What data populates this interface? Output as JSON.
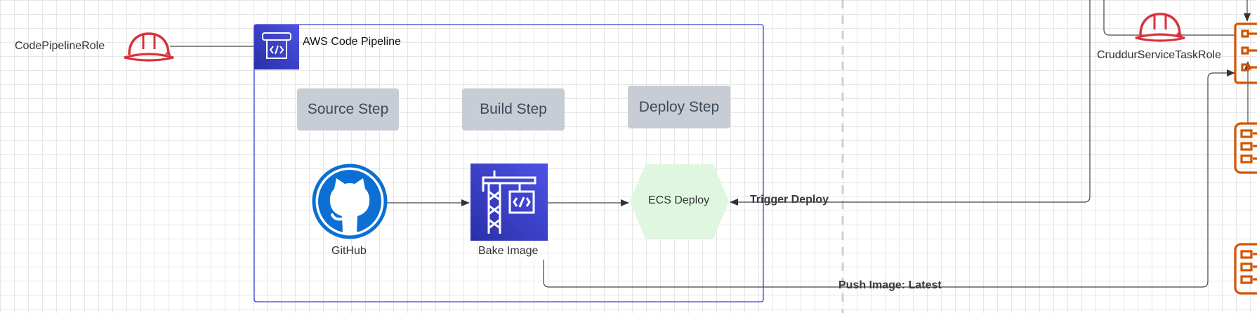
{
  "roles": {
    "pipeline_role": "CodePipelineRole",
    "service_task_role": "CruddurServiceTaskRole"
  },
  "pipeline": {
    "title": "AWS Code Pipeline",
    "steps": [
      {
        "label": "Source Step"
      },
      {
        "label": "Build Step"
      },
      {
        "label": "Deploy Step"
      }
    ],
    "nodes": {
      "github": "GitHub",
      "bake_image": "Bake Image",
      "ecs_deploy": "ECS Deploy"
    }
  },
  "edges": {
    "trigger_deploy": "Trigger Deploy",
    "push_image": "Push Image: Latest"
  },
  "colors": {
    "role_red": "#d8323c",
    "aws_blue": "#3b3fd1",
    "github_blue": "#0b6fd4",
    "ecs_green": "#dff7df",
    "step_grey": "#c8cdd5",
    "orange": "#d35400",
    "line": "#444444"
  }
}
